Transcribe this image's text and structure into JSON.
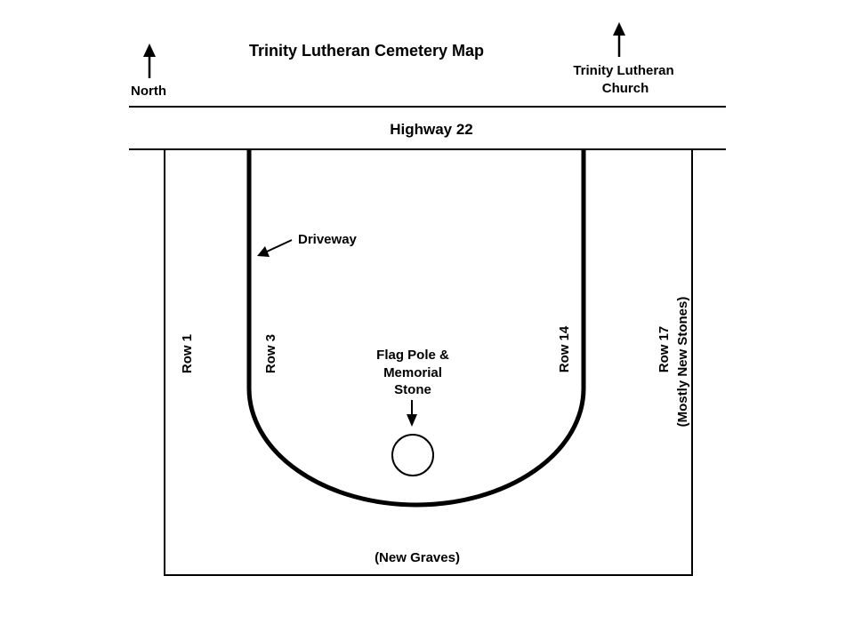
{
  "title": "Trinity Lutheran Cemetery Map",
  "north_label": "North",
  "church_label": {
    "line1": "Trinity Lutheran",
    "line2": "Church"
  },
  "highway_label": "Highway 22",
  "driveway_label": "Driveway",
  "rows": {
    "row1": "Row 1",
    "row3": "Row 3",
    "row14": "Row 14",
    "row17": "Row 17",
    "row17_note": "(Mostly New Stones)"
  },
  "flagpole_label": {
    "line1": "Flag Pole &",
    "line2": "Memorial",
    "line3": "Stone"
  },
  "new_graves_label": "(New Graves)",
  "icons": {
    "north_arrow": "up-arrow-icon",
    "church_arrow": "up-arrow-icon",
    "driveway_pointer": "diagonal-arrow-icon",
    "flagpole_pointer": "down-arrow-icon"
  },
  "colors": {
    "ink": "#000000",
    "background": "#ffffff"
  }
}
